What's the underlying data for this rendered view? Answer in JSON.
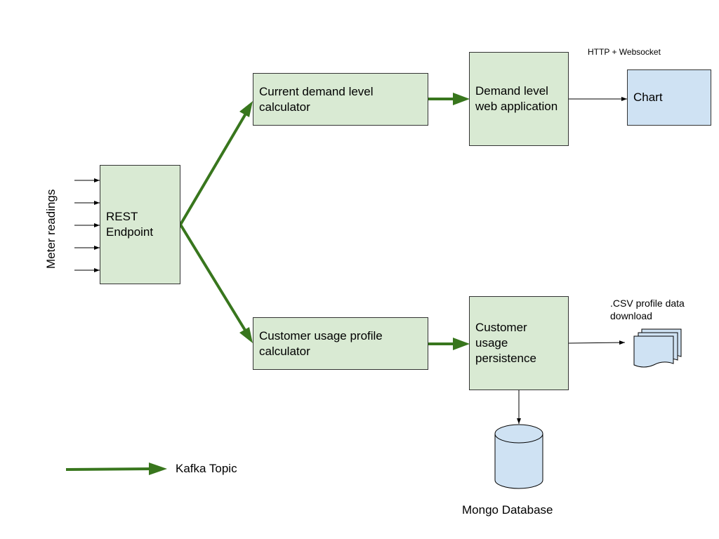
{
  "side_label": "Meter readings",
  "nodes": {
    "rest_endpoint": "REST Endpoint",
    "demand_calculator": "Current demand level calculator",
    "demand_webapp": "Demand level web application",
    "chart": "Chart",
    "usage_calculator": "Customer usage profile calculator",
    "usage_persistence": "Customer usage persistence",
    "mongo": "Mongo Database"
  },
  "edge_labels": {
    "websocket": "HTTP + Websocket",
    "csv": ".CSV profile data download"
  },
  "legend": {
    "kafka_topic": "Kafka Topic"
  },
  "colors": {
    "process_fill": "#d9ead3",
    "output_fill": "#cfe2f3",
    "kafka_arrow": "#38761d",
    "border": "#333333"
  }
}
